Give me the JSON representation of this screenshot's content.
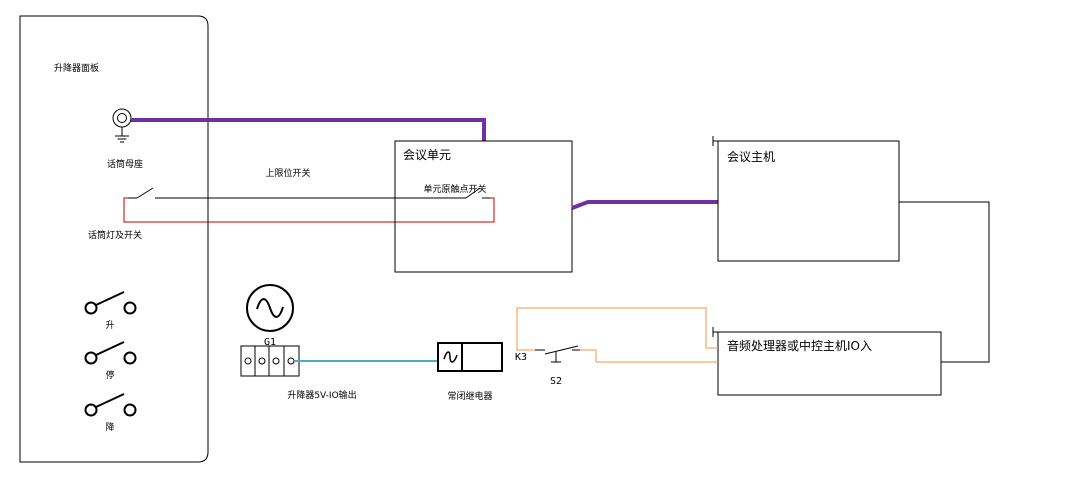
{
  "panel": {
    "title": "升降器面板",
    "mic_socket_label": "话筒母座",
    "mic_light_switch_label": "话筒灯及开关",
    "btn_up_label": "升",
    "btn_stop_label": "停",
    "btn_down_label": "降"
  },
  "wiring": {
    "upper_limit_label": "上限位开关",
    "unit_contact_label": "单元原触点开关"
  },
  "conference_unit": {
    "title": "会议单元"
  },
  "conference_host": {
    "title": "会议主机"
  },
  "audio_processor": {
    "title": "音频处理器或中控主机IO入"
  },
  "generator": {
    "label": "G1"
  },
  "io_output": {
    "label": "升降器5V-IO输出"
  },
  "relay": {
    "label": "常闭继电器",
    "designator": "K3"
  },
  "switch_s2": {
    "label": "S2"
  },
  "colors": {
    "audio_line": "#7030a0",
    "control_loop": "#c00000",
    "io_line": "#4bacc6",
    "relay_loop": "#f79646",
    "outline": "#000000"
  }
}
